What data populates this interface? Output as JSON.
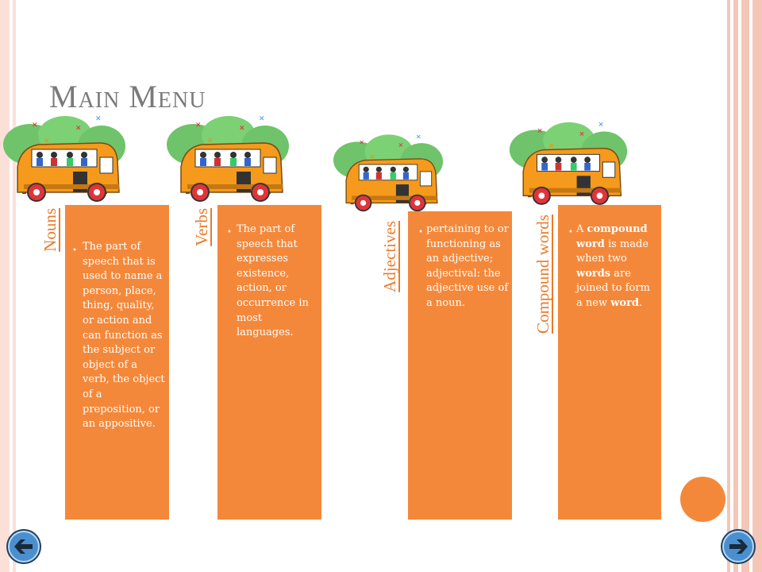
{
  "slide": {
    "title": "Main Menu"
  },
  "menu": [
    {
      "label": "Nouns",
      "definition": "The part of speech that is used to name a person, place, thing, quality, or action and can function as the subject or object of a verb, the object of a preposition, or an appositive."
    },
    {
      "label": "Verbs",
      "definition": "The part of speech that expresses existence, action, or occurrence in most languages."
    },
    {
      "label": "Adjectives",
      "definition": "pertaining to or functioning as an adjective; adjectival: the adjective use of a noun."
    },
    {
      "label": "Compound words",
      "definition_parts": [
        "A ",
        "compound word",
        " is made when two ",
        "words",
        " are joined to form a new ",
        "word",
        "."
      ]
    }
  ],
  "nav": {
    "back_icon": "arrow-left-icon",
    "forward_icon": "arrow-right-icon"
  },
  "colors": {
    "card": "#f4883a",
    "label": "#e87b2b",
    "title": "#7a7a7a",
    "frame": "#f4c6b8",
    "nav_ring": "#4a8fd0"
  }
}
